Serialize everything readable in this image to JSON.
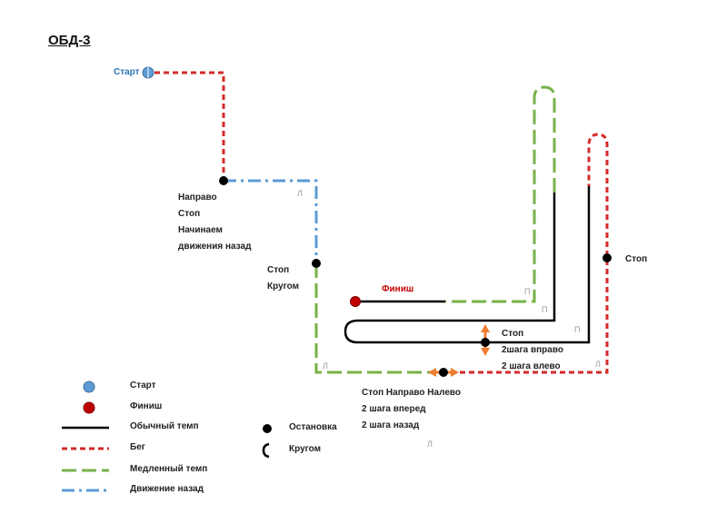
{
  "title": "ОБД-3",
  "colors": {
    "normal": "#000000",
    "run": "#d42a2a",
    "slow": "#77b24a",
    "back": "#5b9bd5",
    "start": "#5b9bd5",
    "finish": "#c00000",
    "arrow": "#ed7d31",
    "finish_label": "#c00000",
    "start_label": "#2e75b6"
  },
  "labels": {
    "start": "Старт",
    "finish": "Финиш",
    "turn1": [
      "Направо",
      "Стоп",
      "Начинаем",
      "движения назад"
    ],
    "stop_circle": [
      "Стоп",
      "Кругом"
    ],
    "stop_right": "Стоп",
    "stop_steps": [
      "Стоп",
      "2шага вправо",
      "2 шага влево"
    ],
    "stop_bottom": [
      "Стоп Направо Налево",
      "2 шага вперед",
      "2 шага назад"
    ]
  },
  "turn_marks": [
    "Л",
    "П",
    "П",
    "П",
    "Л",
    "Л",
    "Л"
  ],
  "legend": {
    "start": "Старт",
    "finish": "Финиш",
    "normal": "Обычный темп",
    "run": "Бег",
    "slow": "Медленный темп",
    "back": "Движение назад",
    "stop": "Остановка",
    "uturn": "Кругом"
  }
}
